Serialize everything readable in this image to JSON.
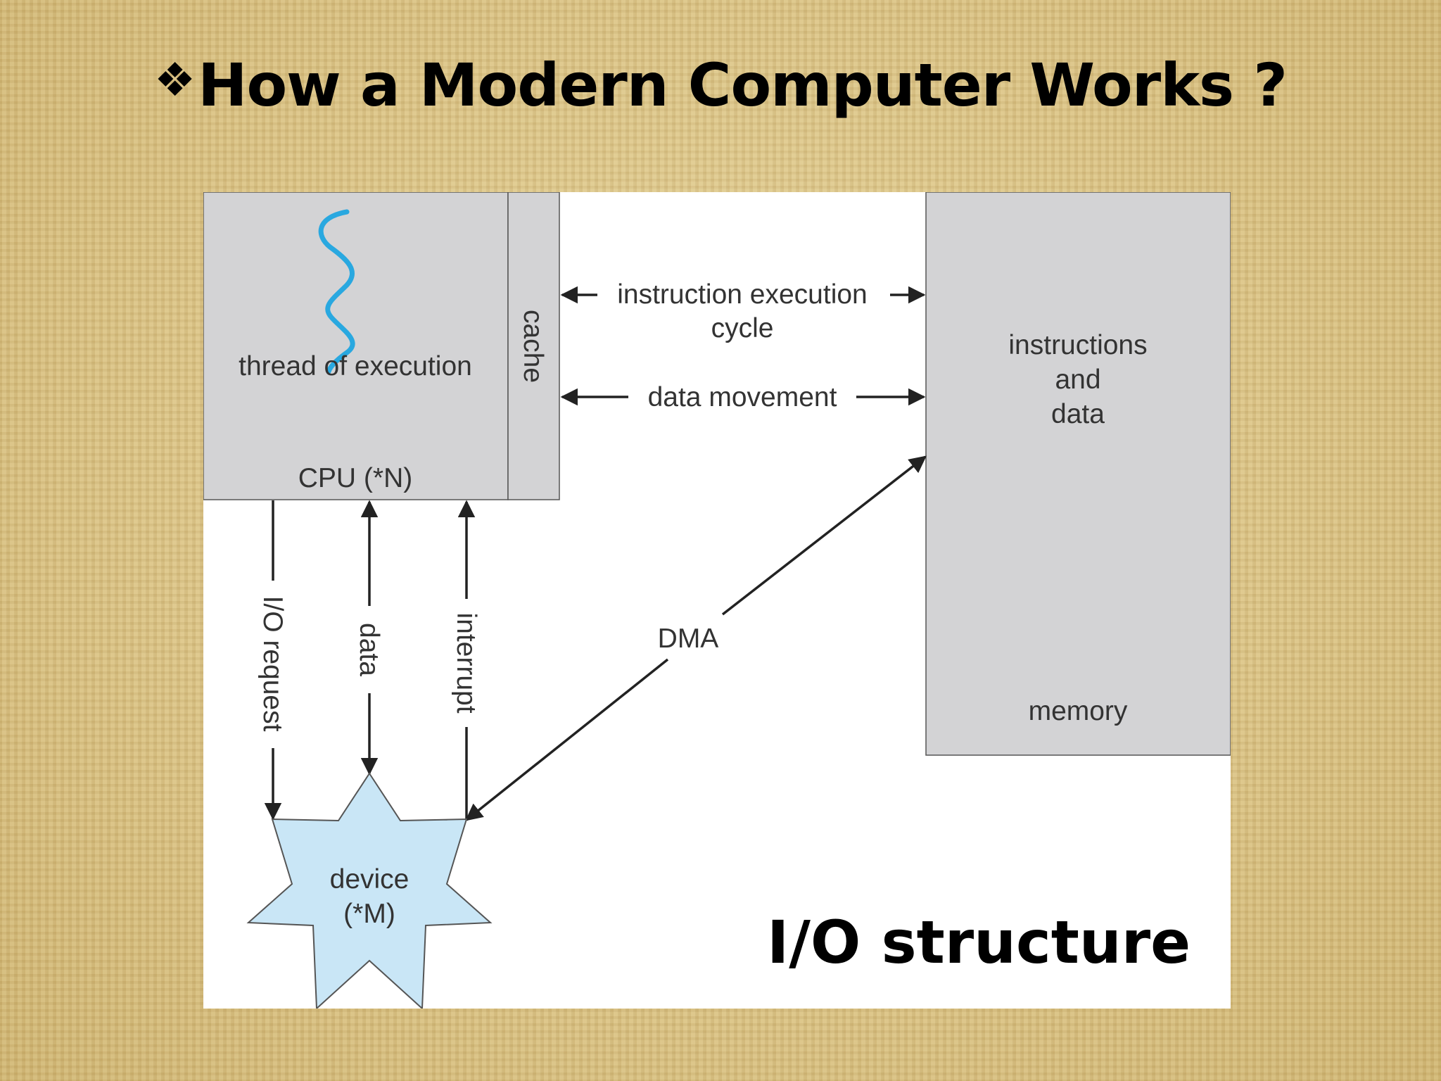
{
  "slide": {
    "bullet": "❖",
    "title": "How a Modern Computer Works ?",
    "caption": "I/O structure"
  },
  "diagram": {
    "cpu": {
      "thread_label": "thread of execution",
      "name": "CPU (*N)"
    },
    "cache_label": "cache",
    "memory": {
      "line1": "instructions",
      "line2": "and",
      "line3": "data",
      "name": "memory"
    },
    "instruction_cycle": {
      "line1": "instruction execution",
      "line2": "cycle"
    },
    "data_movement": "data movement",
    "dma": "DMA",
    "io_request": "I/O request",
    "data_arrow": "data",
    "interrupt": "interrupt",
    "device": {
      "line1": "device",
      "line2": "(*M)"
    }
  },
  "colors": {
    "box_fill": "#d3d3d5",
    "device_fill": "#c9e6f6",
    "wave": "#29a8e0",
    "arrow": "#222222"
  }
}
